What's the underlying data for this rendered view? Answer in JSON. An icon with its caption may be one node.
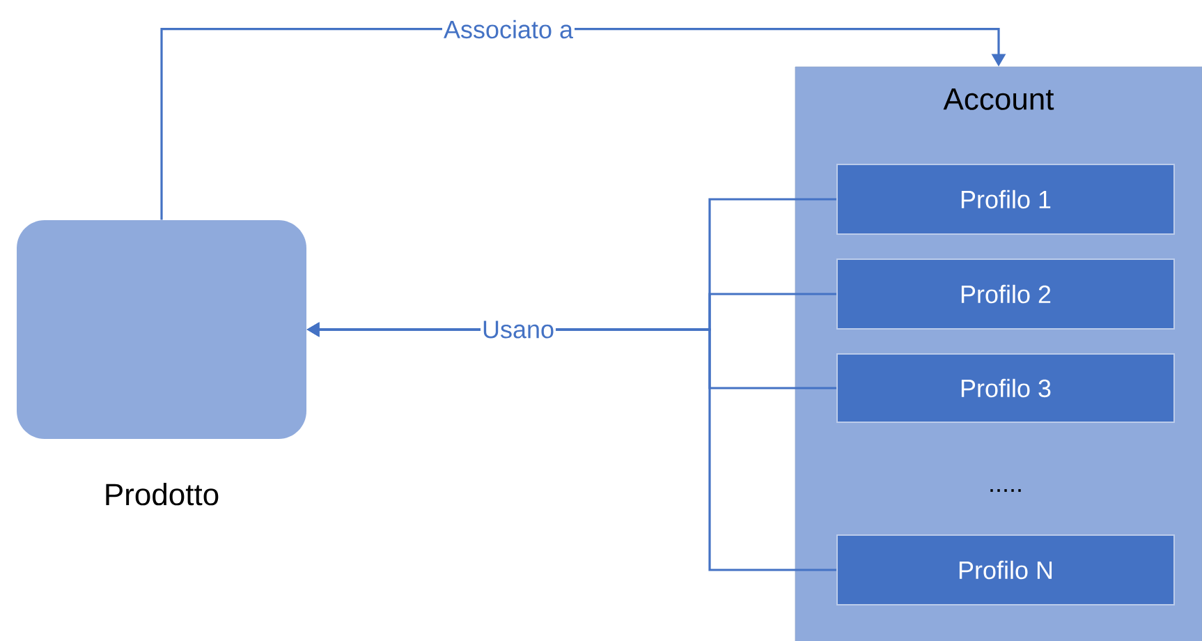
{
  "diagram": {
    "nodes": [
      {
        "text": [
          "Prodotto"
        ]
      },
      {
        "text": [
          "Account"
        ]
      },
      {
        "text": [
          "Profilo 1"
        ],
        "in": 1
      },
      {
        "text": [
          "Profilo 2"
        ],
        "in": 1
      },
      {
        "text": [
          "Profilo 3"
        ],
        "in": 1
      },
      {
        "text": [
          "Profilo N"
        ],
        "in": 1
      }
    ],
    "edges": [
      {
        "from": 0,
        "to": 1,
        "arrow": "to",
        "label": "Associato a"
      },
      {
        "from": 2,
        "to": 0,
        "arrow": "to",
        "label": "Usano"
      },
      {
        "from": 3,
        "to": 0,
        "arrow": "to"
      },
      {
        "from": 4,
        "to": 0,
        "arrow": "to"
      },
      {
        "from": 5,
        "to": 0,
        "arrow": "to"
      }
    ],
    "labels": [
      "....."
    ]
  }
}
